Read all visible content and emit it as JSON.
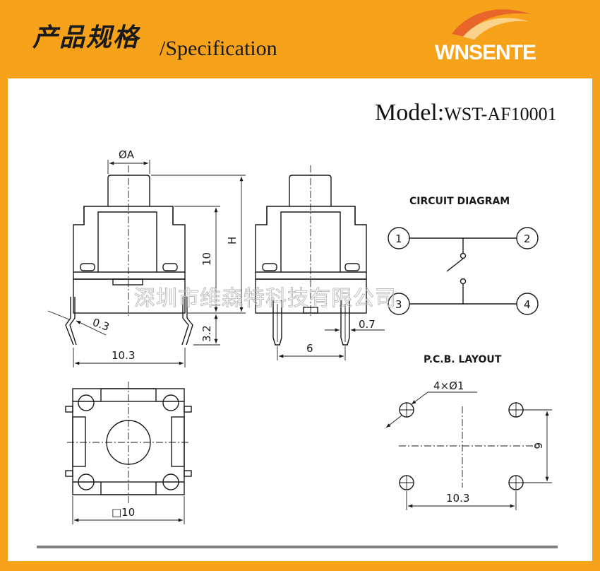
{
  "header": {
    "title_cn": "产品规格",
    "title_en": "/Specification",
    "logo_text": "WNSENTE"
  },
  "model": {
    "prefix": "Model:",
    "code": "WST-AF10001"
  },
  "front_view": {
    "dim_diameter": "ØA",
    "dim_height_total": "H",
    "dim_height_body": "10",
    "dim_pin_height": "3.2",
    "dim_pin_thickness": "0.3",
    "dim_width": "10.3"
  },
  "side_view": {
    "dim_pin_width": "0.7",
    "dim_pin_spacing": "6"
  },
  "bottom_view": {
    "dim_square": "□10"
  },
  "circuit": {
    "title": "CIRCUIT DIAGRAM",
    "terminals": [
      "1",
      "2",
      "3",
      "4"
    ]
  },
  "pcb": {
    "title": "P.C.B. LAYOUT",
    "dim_holes": "4×Ø1",
    "dim_vertical": "6",
    "dim_horizontal": "10.3"
  },
  "watermark": "深圳市维森特科技有限公司",
  "colors": {
    "background": "#f7a21b",
    "panel": "#ffffff",
    "line": "#1a1a1a",
    "footer_line": "#808080"
  }
}
